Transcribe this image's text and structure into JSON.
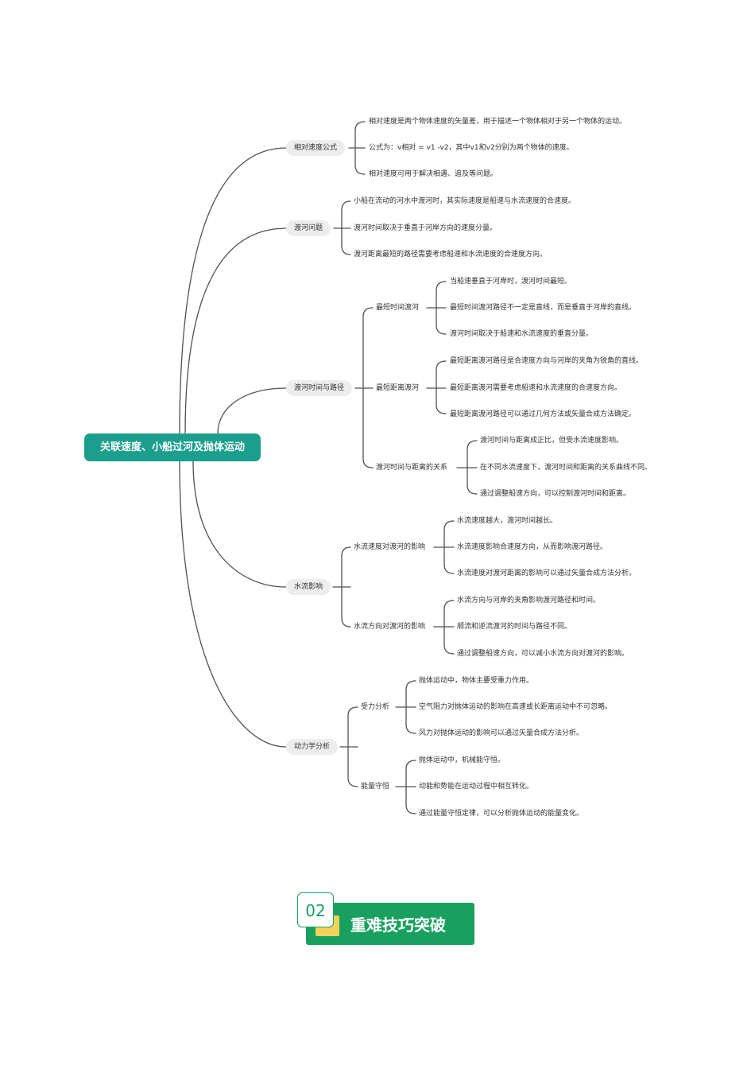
{
  "mindmap": {
    "root": "关联速度、小船过河及抛体运动",
    "branches": [
      {
        "label": "相对速度公式",
        "items": [
          "相对速度是两个物体速度的矢量差，用于描述一个物体相对于另一个物体的运动。",
          "公式为：v相对 = v1 -v2，其中v1和v2分别为两个物体的速度。",
          "相对速度可用于解决相遇、追及等问题。"
        ]
      },
      {
        "label": "渡河问题",
        "items": [
          "小船在流动的河水中渡河时，其实际速度是船速与水流速度的合速度。",
          "渡河时间取决于垂直于河岸方向的速度分量。",
          "渡河距离最短的路径需要考虑船速和水流速度的合速度方向。"
        ]
      },
      {
        "label": "渡河时间与路径",
        "groups": [
          {
            "label": "最短时间渡河",
            "items": [
              "当船速垂直于河岸时，渡河时间最短。",
              "最短时间渡河路径不一定是直线，而是垂直于河岸的直线。",
              "渡河时间取决于船速和水流速度的垂直分量。"
            ]
          },
          {
            "label": "最短距离渡河",
            "items": [
              "最短距离渡河路径是合速度方向与河岸的夹角为锐角的直线。",
              "最短距离渡河需要考虑船速和水流速度的合速度方向。",
              "最短距离渡河路径可以通过几何方法或矢量合成方法确定。"
            ]
          },
          {
            "label": "渡河时间与距离的关系",
            "items": [
              "渡河时间与距离成正比，但受水流速度影响。",
              "在不同水流速度下，渡河时间和距离的关系曲线不同。",
              "通过调整船速方向，可以控制渡河时间和距离。"
            ]
          }
        ]
      },
      {
        "label": "水流影响",
        "groups": [
          {
            "label": "水流速度对渡河的影响",
            "items": [
              "水流速度越大，渡河时间越长。",
              "水流速度影响合速度方向，从而影响渡河路径。",
              "水流速度对渡河距离的影响可以通过矢量合成方法分析。"
            ]
          },
          {
            "label": "水流方向对渡河的影响",
            "items": [
              "水流方向与河岸的夹角影响渡河路径和时间。",
              "顺流和逆流渡河的时间与路径不同。",
              "通过调整船速方向，可以减小水流方向对渡河的影响。"
            ]
          }
        ]
      },
      {
        "label": "动力学分析",
        "groups": [
          {
            "label": "受力分析",
            "items": [
              "抛体运动中，物体主要受重力作用。",
              "空气阻力对抛体运动的影响在高速或长距离运动中不可忽略。",
              "风力对抛体运动的影响可以通过矢量合成方法分析。"
            ]
          },
          {
            "label": "能量守恒",
            "items": [
              "抛体运动中，机械能守恒。",
              "动能和势能在运动过程中相互转化。",
              "通过能量守恒定律，可以分析抛体运动的能量变化。"
            ]
          }
        ]
      }
    ]
  },
  "section_banner": {
    "number": "02",
    "title": "重难技巧突破"
  }
}
